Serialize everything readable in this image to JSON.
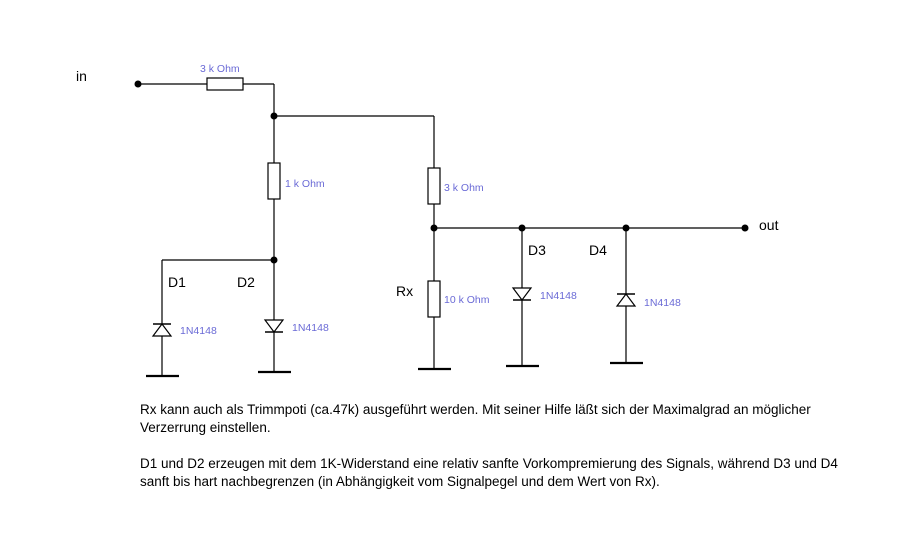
{
  "diagram": {
    "labels": {
      "in": "in",
      "out": "out",
      "r1_value": "3 k Ohm",
      "r2_value": "1 k Ohm",
      "r3_value": "3 k Ohm",
      "rx_name": "Rx",
      "rx_value": "10 k Ohm",
      "d1_name": "D1",
      "d2_name": "D2",
      "d3_name": "D3",
      "d4_name": "D4",
      "d1_type": "1N4148",
      "d2_type": "1N4148",
      "d3_type": "1N4148",
      "d4_type": "1N4148"
    }
  },
  "notes": {
    "paragraph1": "Rx kann auch als Trimmpoti (ca.47k) ausgeführt werden. Mit seiner Hilfe läßt sich der Maximalgrad an möglicher Verzerrung einstellen.",
    "paragraph2": "D1 und D2 erzeugen mit dem 1K-Widerstand eine relativ sanfte Vorkompremierung des Signals, während D3 und D4 sanft bis hart nachbegrenzen (in Abhängigkeit vom Signalpegel und dem Wert von Rx)."
  }
}
